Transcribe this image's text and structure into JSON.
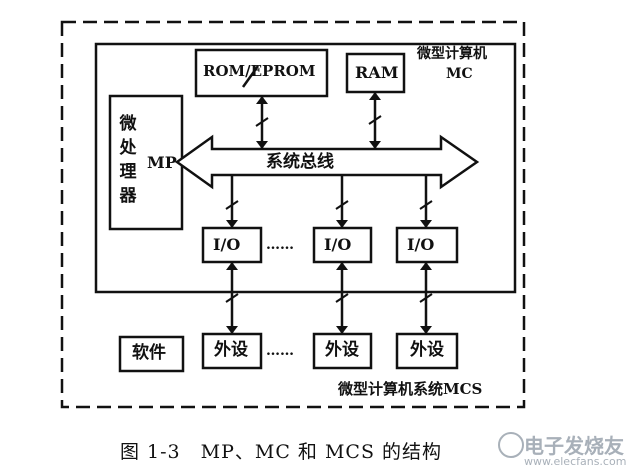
{
  "diagram": {
    "mc_label_line1": "微型计算机",
    "mc_label_line2": "MC",
    "mcs_label": "微型计算机系统MCS",
    "rom_label": "ROM/EPROM",
    "ram_label": "RAM",
    "bus_label": "系统总线",
    "mp_chars": [
      "微",
      "处",
      "理",
      "器"
    ],
    "mp_label": "MP",
    "io_labels": [
      "I/O",
      "I/O",
      "I/O"
    ],
    "peripheral_labels": [
      "外设",
      "外设",
      "外设"
    ],
    "software_label": "软件",
    "ellipsis": "……"
  },
  "caption": "图 1-3　MP、MC 和 MCS 的结构",
  "watermark": {
    "main": "电子发烧友",
    "url": "www.elecfans.com"
  }
}
